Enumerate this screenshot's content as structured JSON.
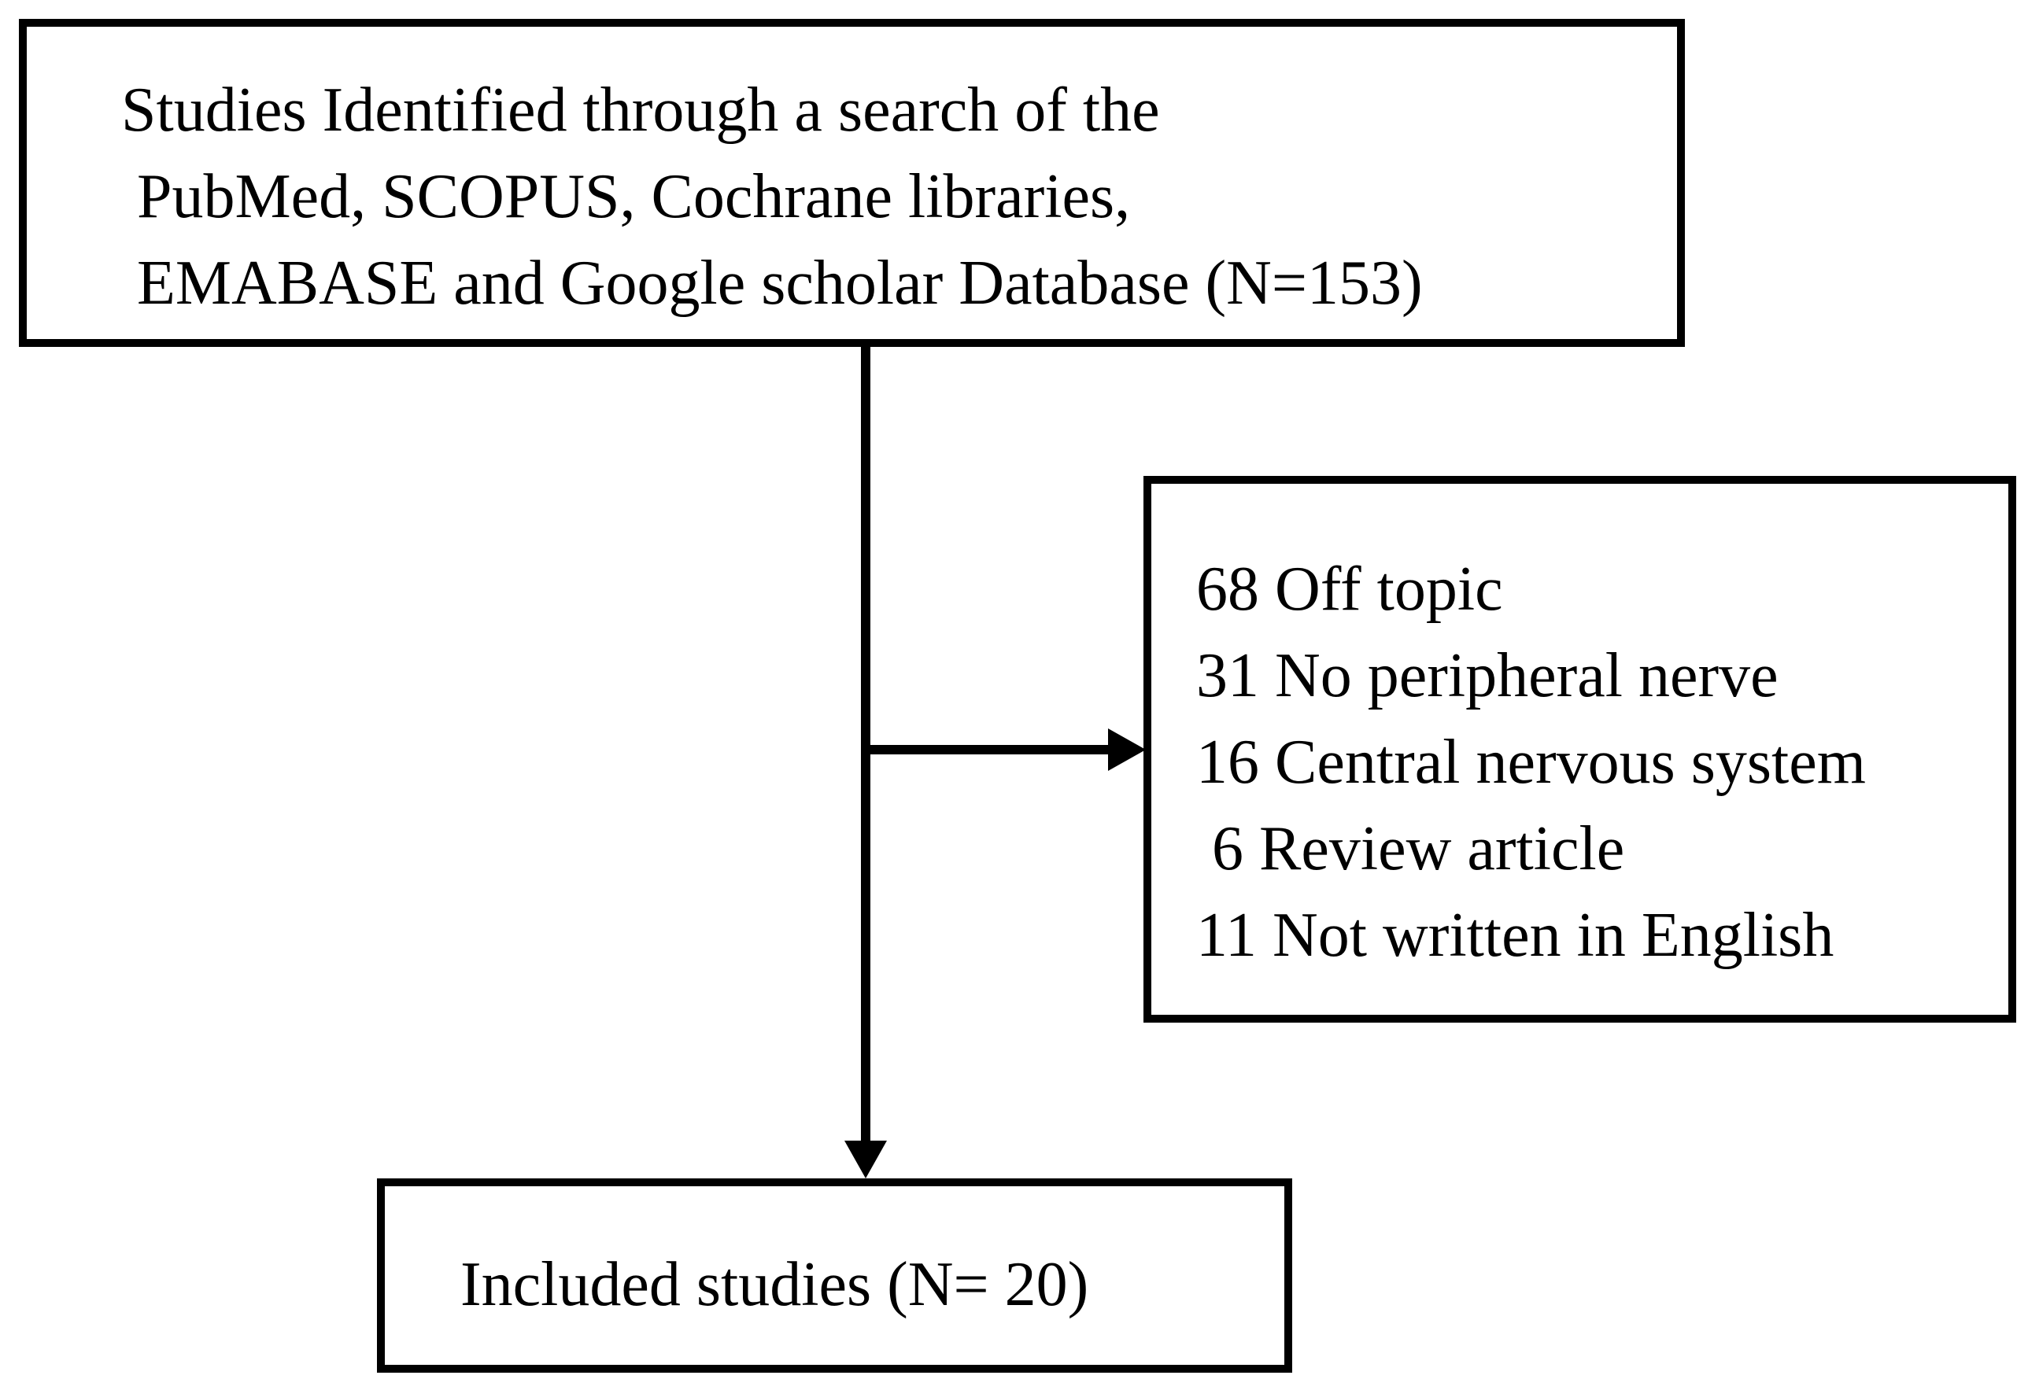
{
  "flowchart": {
    "search_box": {
      "lines": [
        "Studies Identified through a search of the",
        " PubMed, SCOPUS, Cochrane libraries,",
        " EMABASE and Google scholar Database (N=153)"
      ]
    },
    "excluded_box": {
      "lines": [
        "68 Off topic",
        "31 No peripheral nerve",
        "16 Central nervous system",
        " 6 Review article",
        "11 Not written in English"
      ]
    },
    "included_box": {
      "lines": [
        "Included studies (N= 20)"
      ]
    },
    "colors": {
      "stroke": "#000000",
      "background": "#ffffff"
    }
  }
}
